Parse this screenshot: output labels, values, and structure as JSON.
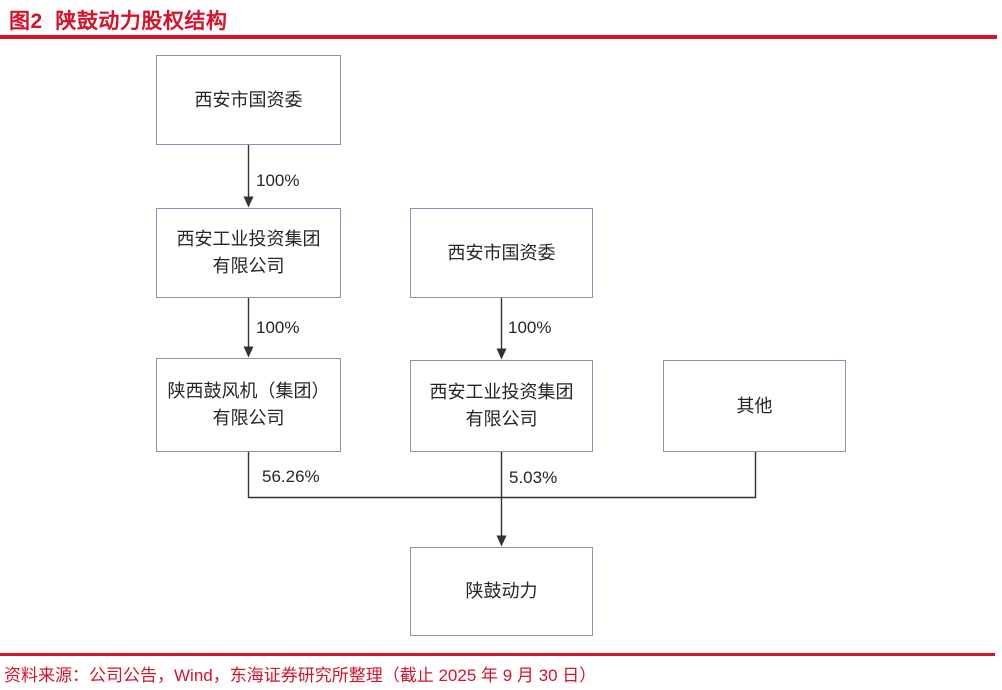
{
  "title": {
    "label": "图2  陕鼓动力股权结构"
  },
  "colors": {
    "accent_red": "#d5142c",
    "box_border": "#8496b0",
    "connector": "#333333",
    "text": "#262626"
  },
  "diagram": {
    "type": "org-ownership-flowchart",
    "nodes": [
      {
        "id": "xian-sasac-left",
        "label": "西安市国资委"
      },
      {
        "id": "xian-industrial-investment-left",
        "label": "西安工业投资集团\n有限公司"
      },
      {
        "id": "shaanxi-blower-group",
        "label": "陕西鼓风机（集团）\n有限公司"
      },
      {
        "id": "xian-sasac-mid",
        "label": "西安市国资委"
      },
      {
        "id": "xian-industrial-investment-mid",
        "label": "西安工业投资集团\n有限公司"
      },
      {
        "id": "others",
        "label": "其他"
      },
      {
        "id": "shaangu-power",
        "label": "陕鼓动力"
      }
    ],
    "edges": [
      {
        "from": "xian-sasac-left",
        "to": "xian-industrial-investment-left",
        "label": "100%"
      },
      {
        "from": "xian-industrial-investment-left",
        "to": "shaanxi-blower-group",
        "label": "100%"
      },
      {
        "from": "xian-sasac-mid",
        "to": "xian-industrial-investment-mid",
        "label": "100%"
      },
      {
        "from": "shaanxi-blower-group",
        "to": "shaangu-power",
        "label": "56.26%"
      },
      {
        "from": "xian-industrial-investment-mid",
        "to": "shaangu-power",
        "label": "5.03%"
      },
      {
        "from": "others",
        "to": "shaangu-power",
        "label": ""
      }
    ]
  },
  "footer": {
    "source": "资料来源：公司公告，Wind，东海证券研究所整理（截止 2025 年 9 月 30 日）"
  }
}
